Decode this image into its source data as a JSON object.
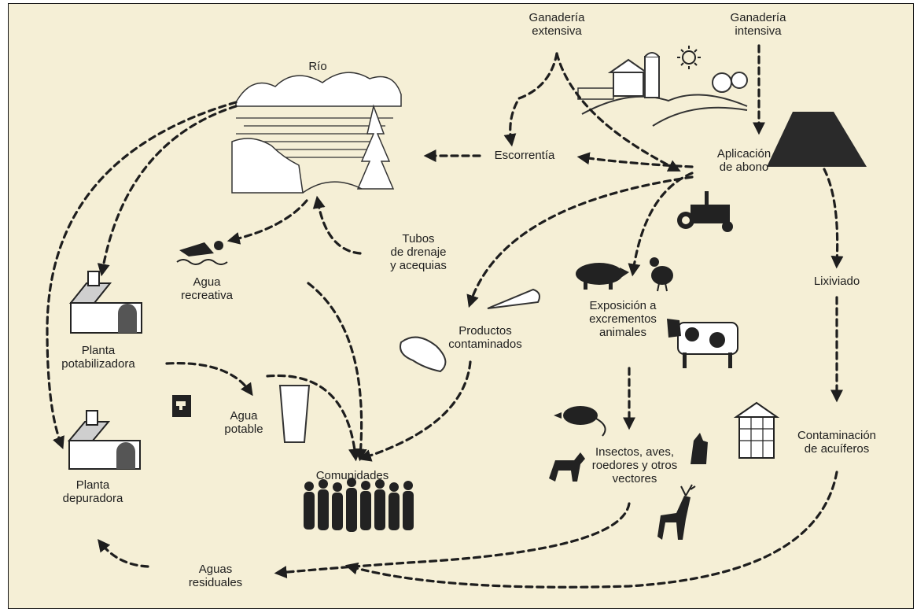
{
  "labels": {
    "ganaderia_extensiva": "Ganadería\nextensiva",
    "ganaderia_intensiva": "Ganadería\nintensiva",
    "rio": "Río",
    "escorrentia": "Escorrentía",
    "aplicacion_abono": "Aplicación\nde abono",
    "tubos_drenaje": "Tubos\nde drenaje\ny acequias",
    "agua_recreativa": "Agua\nrecreativa",
    "lixiviado": "Lixiviado",
    "exposicion": "Exposición a\nexcrementos\nanimales",
    "productos": "Productos\ncontaminados",
    "planta_potabilizadora": "Planta\npotabilizadora",
    "agua_potable": "Agua\npotable",
    "insectos": "Insectos, aves,\nroedores y otros\nvectores",
    "contaminacion": "Contaminación\nde acuíferos",
    "comunidades": "Comunidades",
    "planta_depuradora": "Planta\ndepuradora",
    "aguas_residuales": "Aguas\nresiduales"
  },
  "colors": {
    "background": "#f5efd6",
    "ink": "#1e1e1e"
  },
  "icons": [
    "river-scene-icon",
    "farm-scene-icon",
    "sun-icon",
    "manure-pile-icon",
    "tractor-icon",
    "swimmer-icon",
    "tap-icon",
    "water-glass-icon",
    "carrot-icon",
    "lettuce-icon",
    "pig-icon",
    "chicken-icon",
    "cow-icon",
    "rat-icon",
    "cat-icon",
    "dog-icon",
    "deer-icon",
    "well-icon",
    "treatment-plant-icon",
    "wastewater-plant-icon",
    "people-silhouettes-icon"
  ]
}
